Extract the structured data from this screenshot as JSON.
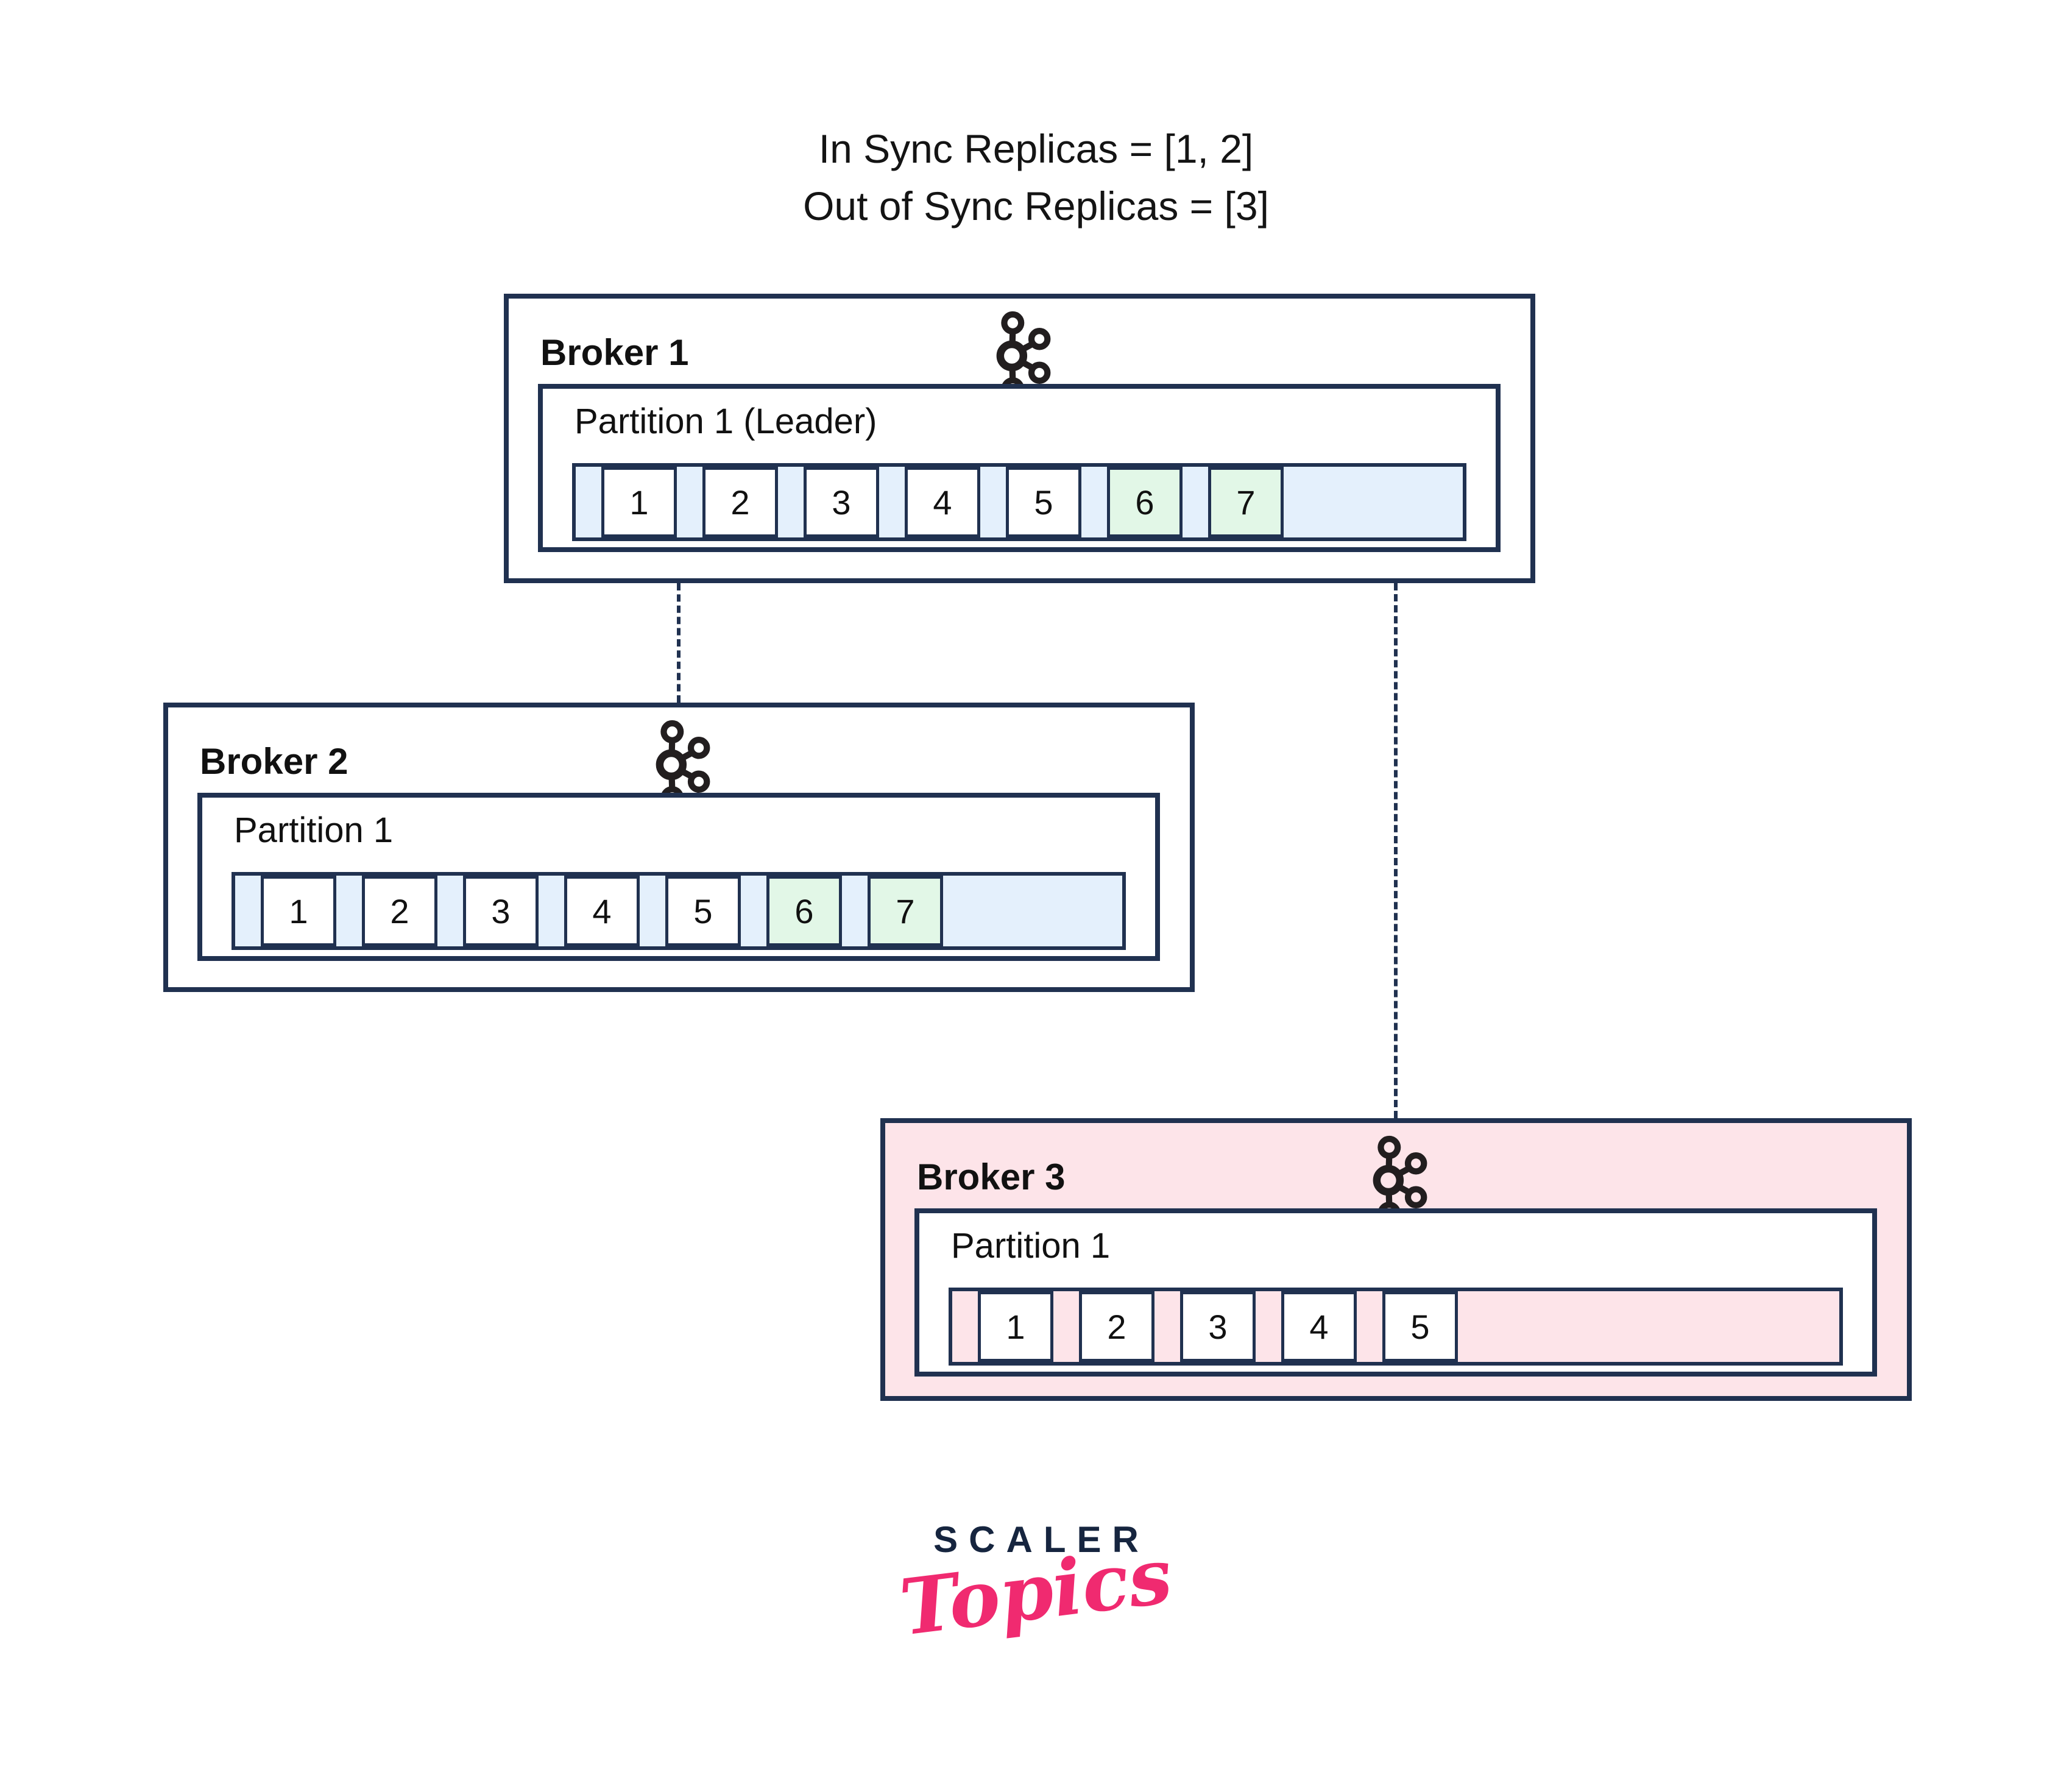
{
  "title": {
    "line1": "In Sync Replicas = [1, 2]",
    "line2": "Out of Sync Replicas = [3]"
  },
  "brokers": [
    {
      "label": "Broker 1",
      "partition_label": "Partition 1 (Leader)",
      "cells": [
        "1",
        "2",
        "3",
        "4",
        "5",
        "6",
        "7"
      ],
      "in_sync": true
    },
    {
      "label": "Broker 2",
      "partition_label": "Partition 1",
      "cells": [
        "1",
        "2",
        "3",
        "4",
        "5",
        "6",
        "7"
      ],
      "in_sync": true
    },
    {
      "label": "Broker 3",
      "partition_label": "Partition 1",
      "cells": [
        "1",
        "2",
        "3",
        "4",
        "5"
      ],
      "in_sync": false
    }
  ],
  "icons": {
    "kafka": "kafka-logo"
  },
  "logo": {
    "brand": "SCALER",
    "sub": "Topics"
  },
  "colors": {
    "border_navy": "#203150",
    "in_sync_fill": "#e4f0fc",
    "new_record_fill": "#e2f7e7",
    "out_of_sync_fill": "#fde4e9",
    "logo_navy": "#16253f",
    "logo_pink": "#f02a70"
  }
}
